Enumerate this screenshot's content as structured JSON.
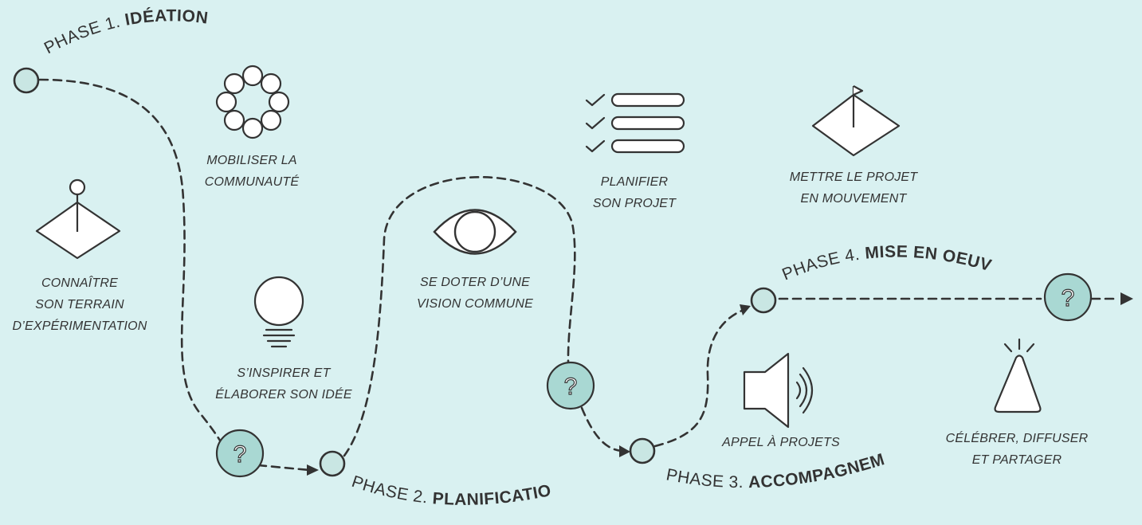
{
  "phases": [
    {
      "prefix": "PHASE 1. ",
      "title": "IDÉATION"
    },
    {
      "prefix": "PHASE 2. ",
      "title": "PLANIFICATION"
    },
    {
      "prefix": "PHASE 3. ",
      "title": "ACCOMPAGNEMENT"
    },
    {
      "prefix": "PHASE 4. ",
      "title": "MISE EN OEUVRE"
    }
  ],
  "steps": {
    "terrain": [
      "CONNAÎTRE",
      "SON TERRAIN",
      "D’EXPÉRIMENTATION"
    ],
    "communaute": [
      "MOBILISER LA",
      "COMMUNAUTÉ"
    ],
    "inspirer": [
      "S’INSPIRER ET",
      "ÉLABORER SON IDÉE"
    ],
    "vision": [
      "SE DOTER D’UNE",
      "VISION COMMUNE"
    ],
    "planifier": [
      "PLANIFIER",
      "SON PROJET"
    ],
    "mouvement": [
      "METTRE LE PROJET",
      "EN MOUVEMENT"
    ],
    "appel": [
      "APPEL À PROJETS"
    ],
    "celebrer": [
      "CÉLÉBRER, DIFFUSER",
      "ET PARTAGER"
    ]
  },
  "question_mark": "?",
  "colors": {
    "background": "#d9f1f1",
    "node_fill": "#c9e6e3",
    "question_fill": "#a9d8d3",
    "stroke": "#333333"
  }
}
